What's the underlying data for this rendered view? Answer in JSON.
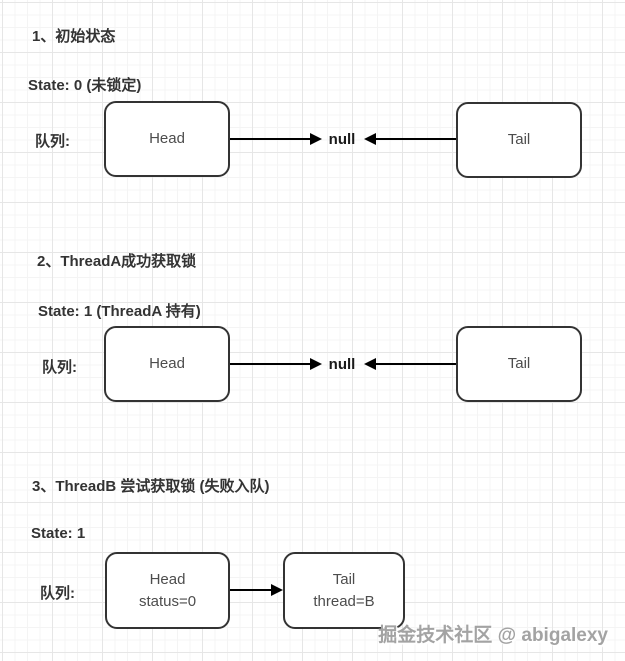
{
  "colors": {
    "background": "#ffffff",
    "grid_major": "#e6e6e6",
    "grid_minor": "#f4f4f4",
    "node_border": "#333333",
    "node_text": "#4d4d4d",
    "label_text": "#333333",
    "arrow": "#000000",
    "watermark": "#a3a3a3"
  },
  "watermark": {
    "text": "掘金技术社区 @ abigalexy"
  },
  "sections": [
    {
      "title": "1、初始状态",
      "state": "State: 0 (未锁定)",
      "queue_label": "队列:",
      "head": "Head",
      "center": "null",
      "tail": "Tail"
    },
    {
      "title": "2、ThreadA成功获取锁",
      "state": "State: 1 (ThreadA 持有)",
      "queue_label": "队列:",
      "head": "Head",
      "center": "null",
      "tail": "Tail"
    },
    {
      "title": "3、ThreadB 尝试获取锁 (失败入队)",
      "state": "State: 1",
      "queue_label": "队列:",
      "head_title": "Head",
      "head_sub": "status=0",
      "tail_title": "Tail",
      "tail_sub": "thread=B"
    }
  ]
}
